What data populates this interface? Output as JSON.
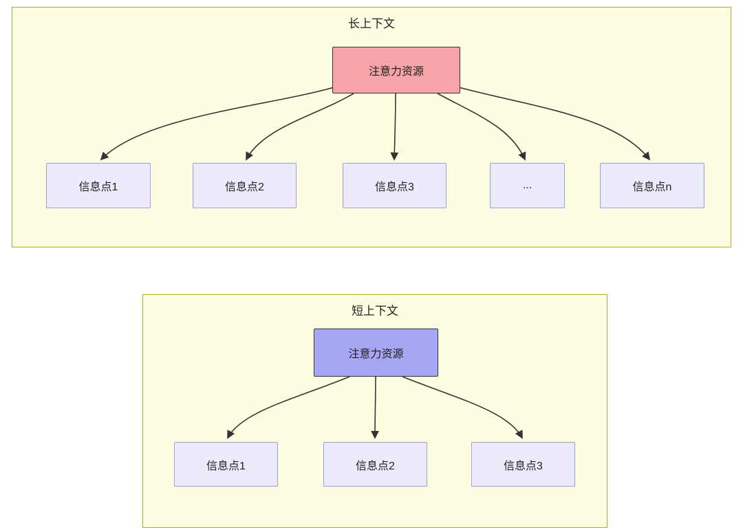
{
  "long_context": {
    "title": "长上下文",
    "attention_label": "注意力资源",
    "info_points": [
      {
        "label": "信息点1"
      },
      {
        "label": "信息点2"
      },
      {
        "label": "信息点3"
      },
      {
        "label": "..."
      },
      {
        "label": "信息点n"
      }
    ]
  },
  "short_context": {
    "title": "短上下文",
    "attention_label": "注意力资源",
    "info_points": [
      {
        "label": "信息点1"
      },
      {
        "label": "信息点2"
      },
      {
        "label": "信息点3"
      }
    ]
  },
  "colors": {
    "container_fill": "#fdfee1",
    "container_border": "#abab3a",
    "attention_long_fill": "#f7a4a9",
    "attention_short_fill": "#a6a6f2",
    "node_border_dark": "#333333",
    "info_fill": "#ebebfc",
    "info_border": "#9c9cd6",
    "arrow": "#333333",
    "text": "#1f1f1f"
  }
}
